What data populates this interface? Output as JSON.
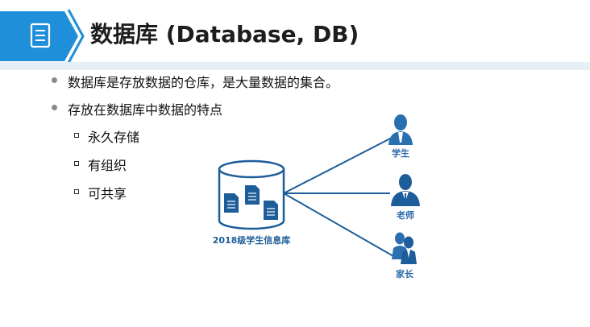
{
  "slide": {
    "title": "数据库 (Database, DB)",
    "bullets": [
      "数据库是存放数据的仓库，是大量数据的集合。",
      "存放在数据库中数据的特点"
    ],
    "sub_bullets": [
      "永久存储",
      "有组织",
      "可共享"
    ]
  },
  "diagram": {
    "database_label": "2018级学生信息库",
    "users": [
      {
        "label": "学生",
        "icon": "student-icon"
      },
      {
        "label": "老师",
        "icon": "teacher-icon"
      },
      {
        "label": "家长",
        "icon": "parent-icon"
      }
    ],
    "colors": {
      "accent": "#1e8fd8",
      "diagram_blue": "#1d5d99",
      "user_icon": "#2a6fb0",
      "label": "#2a69a8"
    }
  }
}
